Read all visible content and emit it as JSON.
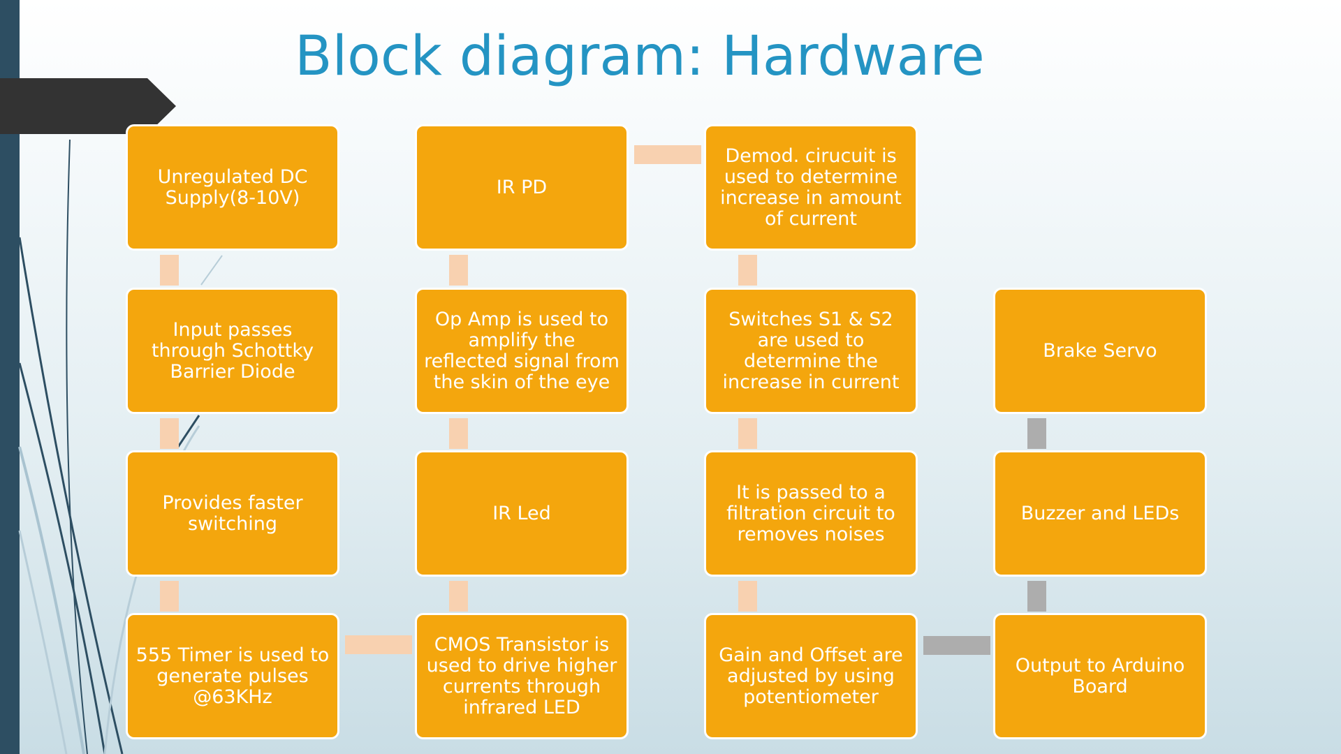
{
  "title": "Block diagram: Hardware",
  "colors": {
    "box_fill": "#f4a60d",
    "title": "#2494c3",
    "connector_peach": "#f8d1b0",
    "connector_gray": "#adadad",
    "sidebar": "#2d4e62"
  },
  "blocks": {
    "unregulated_dc_supply": "Unregulated DC Supply(8-10V)",
    "schottky_diode": "Input passes through Schottky Barrier Diode",
    "faster_switching": "Provides faster switching",
    "timer_555": "555 Timer is used to generate pulses @63KHz",
    "ir_pd": "IR PD",
    "op_amp": "Op Amp is used to amplify the reflected signal from the skin of the eye",
    "ir_led": "IR Led",
    "cmos_transistor": "CMOS Transistor is used to drive higher currents through infrared LED",
    "demod_circuit": "Demod. cirucuit is used to determine increase in amount of current",
    "switches": "Switches S1 & S2 are used to determine the increase in current",
    "filtration": "It is passed to a filtration circuit to removes noises",
    "gain_offset": "Gain and Offset are adjusted by using potentiometer",
    "brake_servo": "Brake Servo",
    "buzzer_leds": "Buzzer and LEDs",
    "arduino_output": "Output to Arduino Board"
  }
}
